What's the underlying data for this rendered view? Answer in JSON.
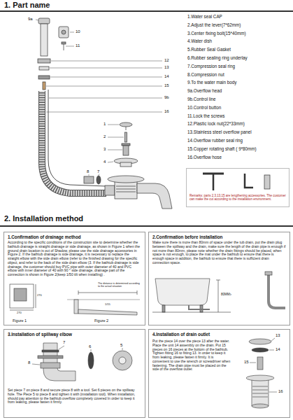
{
  "diagram": {
    "nodes": [
      {
        "text": [
          "Remarks: parts 2,3,13,15 are lengthening accessories. The customer can make the cut according to the installation environment."
        ]
      },
      {
        "text": [
          "1.Confirmation of drainage method",
          "According to the specific conditions of the construction site to determine whether the bathtub drainage is straight drainage or side drainage, as shown in Figure 1 when the ground drain location is out of Shadow, please use the side drainage accessories in Figure 2. If the bathtub drainage is side drainage, it is necessary to replace the straight elbow with the side drain elbow (refer to the finished drawing for the specific object, and refer to the back of the side drain elbow (3. If the bathtub drainage is side drainage, the customer should buy PVC pipe with outer diameter of 40 and PVC elbow with inner diameter of 40 with 90 ° side drainage, drainage part of the connection is shown in Figure 2(keep 1/50 tilt when installing) ."
        ]
      },
      {
        "text": [
          "2.Confirmation before installation",
          "Make sure there is more than 80mm of space under the tub drain, put the drain plug between the spillway and the drain, make sure the length of the drain pipe is enough if not more than 80mm, please note whether the drain fittings should be placed, when space is not enough, to place the mat under the bathtub to ensure that there is enough space in addition, the bathtub to ensure that there is sufficient drain connection space."
        ]
      },
      {
        "text": [
          "3.Installation of spillway elbow",
          "Set piece 7 on piece 8 and secure piece 8 with a tool. Set 6 pieces on the spillway hole. The Piece 5 to piece 8 and tighten it with (installation tool). When installation, should pay attention to the bathtub overflow completely covered In order to keep it from leaking, please fasten it firmly."
        ]
      },
      {
        "text": [
          "4.Installation of drain outlet",
          "Put the piece 14 over the piece 13 after the water. Place the unit 14 assembly on the drain. Put 15 pieces on 16 pieces at the bottom of the bathtub. Tighten fitting 16 to fitting 13. In order to keep it from leaking, please fasten it firmly. It is convenient to use the wrench or screwdriver when fastening. The drain pipe must be placed on the side of the overflow outlet"
        ]
      }
    ],
    "labels": [
      "1. Part name",
      "1.Water seal CAP",
      "2.Adjust the lever(7*62mm)",
      "3.Center fixing bolt(15*40mm)",
      "4.Water dish",
      "5.Rubber Seal Gasket",
      "6.Rubber sealing ring underlay",
      "7.Compression seal ring",
      "8.Compression nut",
      "9.To the water main body",
      "9a.Overflow head",
      "9b.Control line",
      "10.Control button",
      "11.Lock the screws",
      "12.Plastic lock nut(22*33mm)",
      "13.Stainless steel overflow panel",
      "14.Overflow rubber seal ring",
      "15.Copper rotating shaft ( 9*80mm)",
      "16.Overflow hose",
      "9a",
      "10",
      "11",
      "12",
      "13",
      "14",
      "15",
      "9b",
      "16",
      "1",
      "2",
      "3",
      "4",
      "8",
      "7",
      "2. Installation method",
      "270",
      "270",
      "Figure 1",
      "Figure 2",
      "The distance is determined according to the actual situation",
      "1/15",
      "80MM≥",
      "7",
      "8",
      "5",
      "6",
      "13",
      "14",
      "15",
      "16"
    ]
  }
}
